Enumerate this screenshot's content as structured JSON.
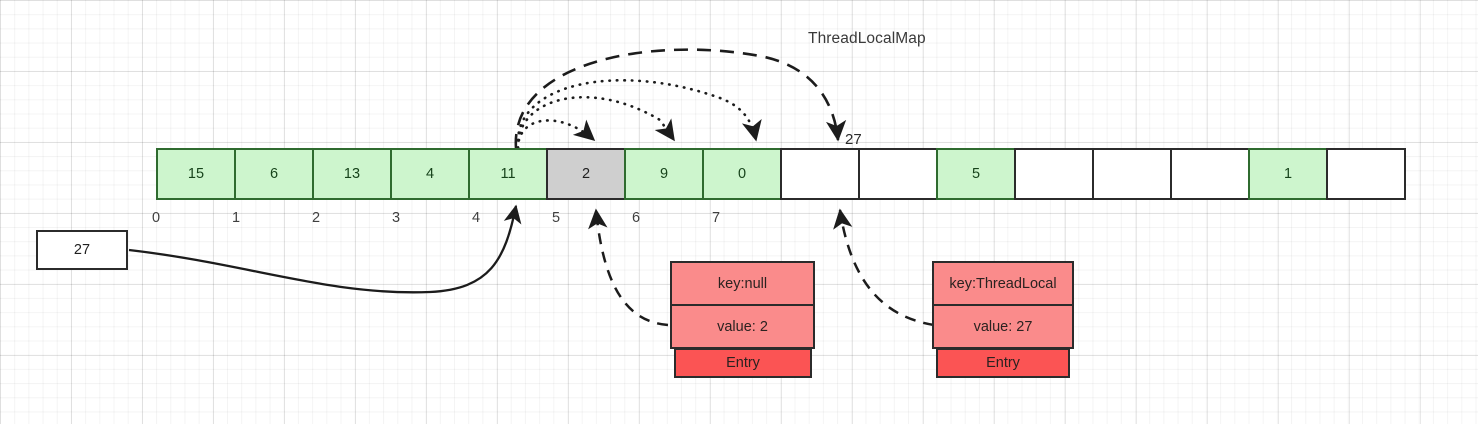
{
  "diagram": {
    "title": "ThreadLocalMap",
    "type": "threadlocalmap-hash-table"
  },
  "source_box": {
    "label": "27"
  },
  "array": {
    "name": "threadlocalmap-table",
    "cell_count": 16,
    "cells": [
      {
        "index": 0,
        "value": "15",
        "state": "green"
      },
      {
        "index": 1,
        "value": "6",
        "state": "green"
      },
      {
        "index": 2,
        "value": "13",
        "state": "green"
      },
      {
        "index": 3,
        "value": "4",
        "state": "green"
      },
      {
        "index": 4,
        "value": "11",
        "state": "green"
      },
      {
        "index": 5,
        "value": "2",
        "state": "grey"
      },
      {
        "index": 6,
        "value": "9",
        "state": "green"
      },
      {
        "index": 7,
        "value": "0",
        "state": "green"
      },
      {
        "index": 8,
        "value": "",
        "state": "empty"
      },
      {
        "index": 9,
        "value": "",
        "state": "empty"
      },
      {
        "index": 10,
        "value": "5",
        "state": "green"
      },
      {
        "index": 11,
        "value": "",
        "state": "empty"
      },
      {
        "index": 12,
        "value": "",
        "state": "empty"
      },
      {
        "index": 13,
        "value": "",
        "state": "empty"
      },
      {
        "index": 14,
        "value": "1",
        "state": "green"
      },
      {
        "index": 15,
        "value": "",
        "state": "empty"
      }
    ],
    "index_labels": [
      "0",
      "1",
      "2",
      "3",
      "4",
      "5",
      "6",
      "7"
    ]
  },
  "annotations": {
    "probe_target_label": "27"
  },
  "entries": [
    {
      "name": "stale-entry",
      "key": "key:null",
      "value": "value: 2",
      "tag": "Entry"
    },
    {
      "name": "live-entry",
      "key": "key:ThreadLocal",
      "value": "value: 27",
      "tag": "Entry"
    }
  ],
  "colors": {
    "occupied": "#cdf5cd",
    "stale": "#cfcfcf",
    "empty": "#ffffff",
    "entry_body": "#fa8b8b",
    "entry_tag": "#fb5454",
    "stroke": "#2b2b2b"
  }
}
